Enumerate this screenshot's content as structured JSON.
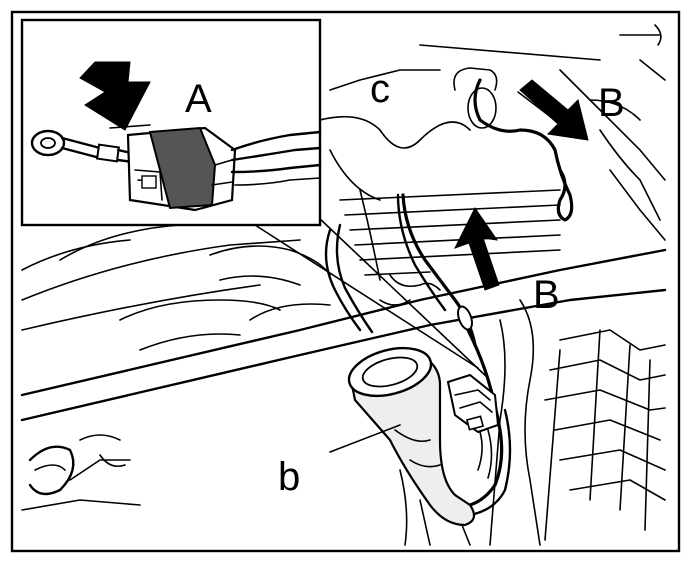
{
  "labels": {
    "a": "A",
    "b_upper": "B",
    "b_lower": "B",
    "b_part": "b",
    "c_part": "c"
  },
  "icons": {
    "arrow_a": "arrow-down-right-icon",
    "arrow_b_upper": "arrow-right-down-icon",
    "arrow_b_lower": "arrow-up-icon"
  },
  "colors": {
    "ink": "#000000",
    "connector_fill": "#555555",
    "grommet_fill": "#eeeeee",
    "background": "#ffffff"
  }
}
